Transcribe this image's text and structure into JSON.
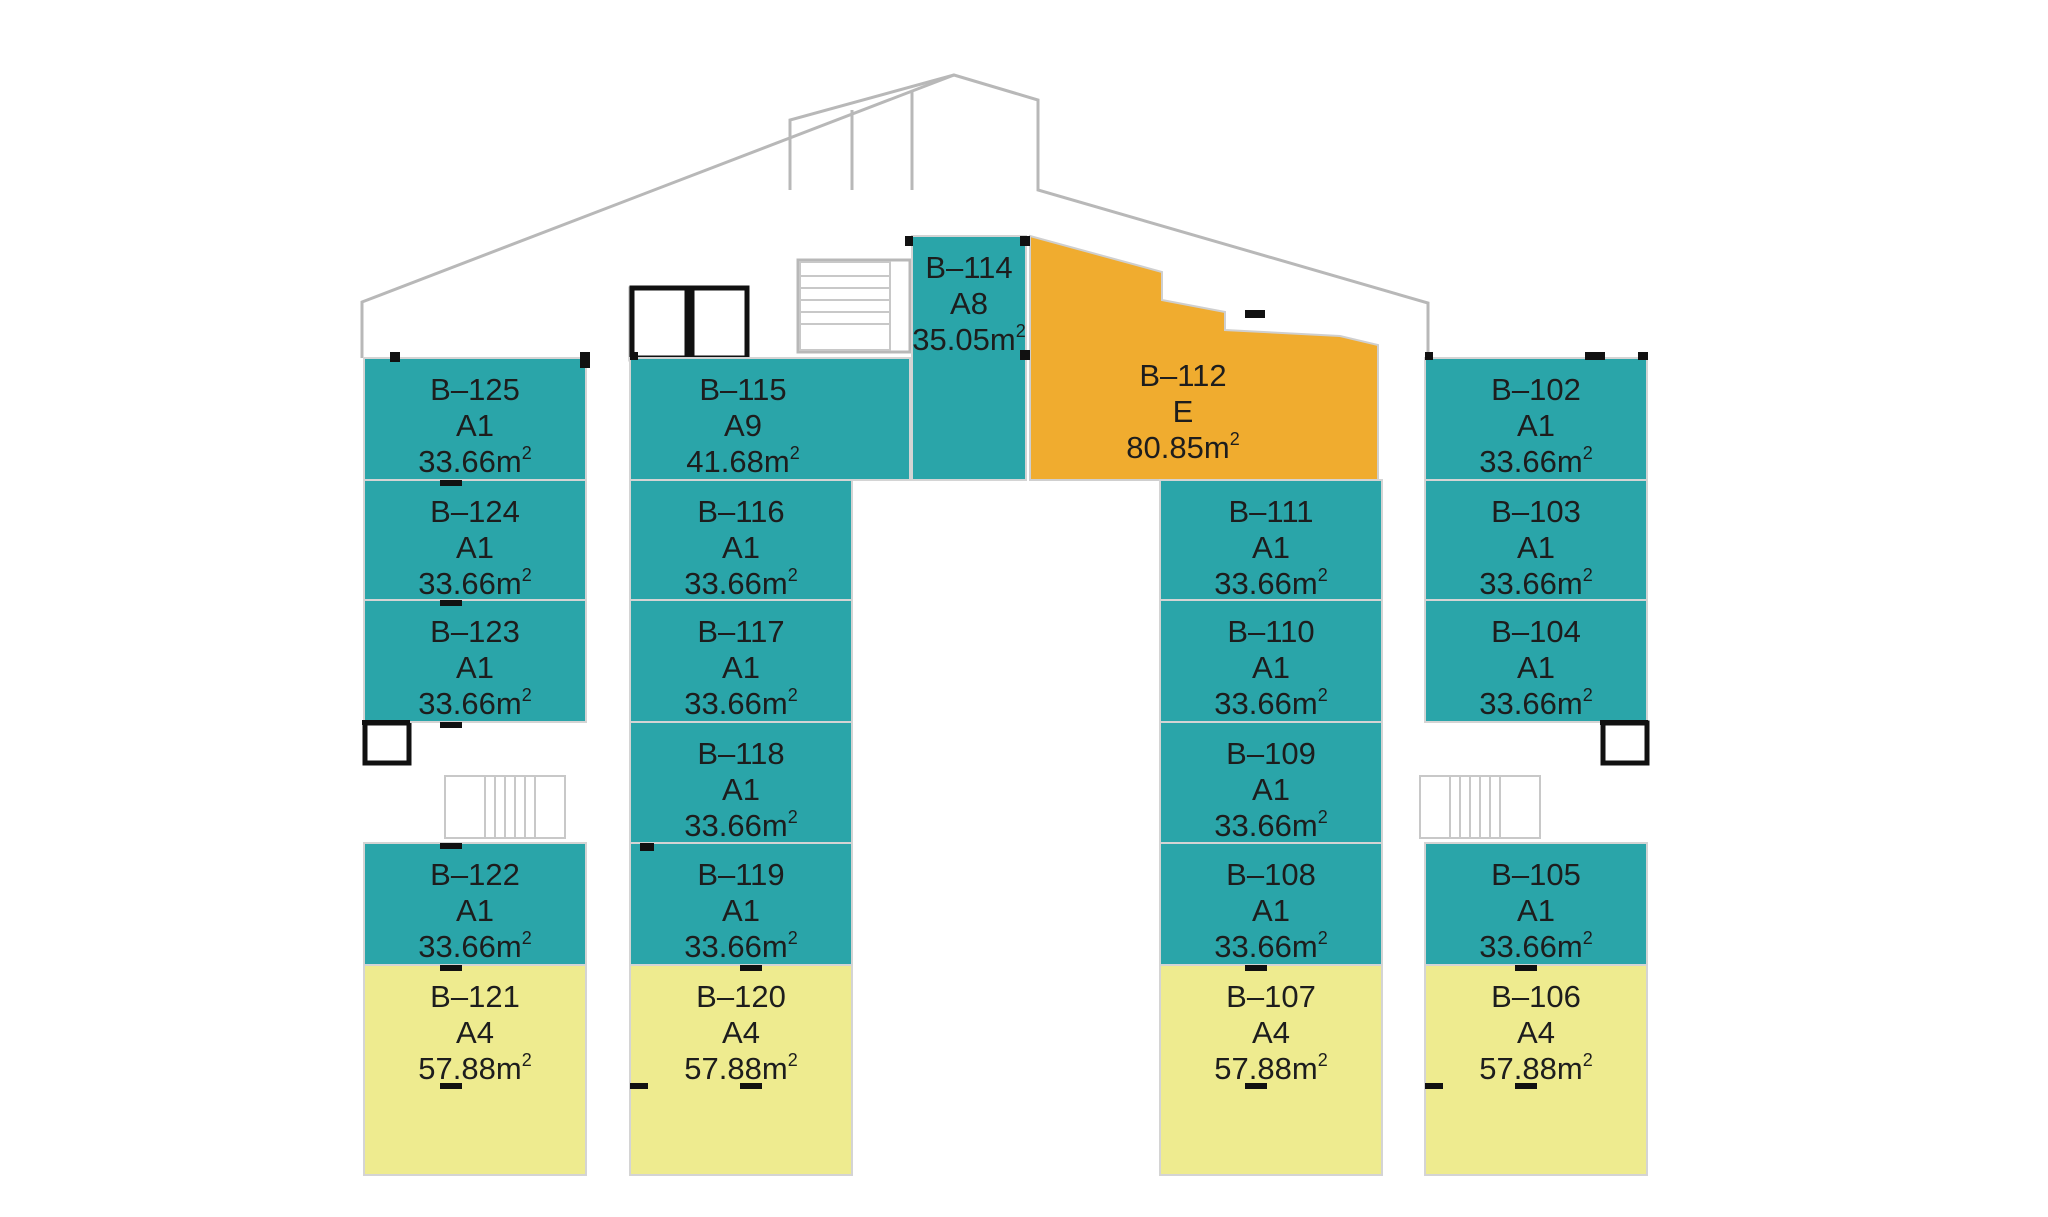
{
  "colors": {
    "A1": "#2aa5a9",
    "A8": "#2aa5a9",
    "A9": "#2aa5a9",
    "E": "#f0ac2f",
    "A4": "#eeeb8f",
    "wall": "#b8b8b8",
    "solid_wall": "#111111"
  },
  "units": [
    {
      "id": "B–125",
      "type": "A1",
      "area": "33.66",
      "unit": "m",
      "sup": "2"
    },
    {
      "id": "B–124",
      "type": "A1",
      "area": "33.66",
      "unit": "m",
      "sup": "2"
    },
    {
      "id": "B–123",
      "type": "A1",
      "area": "33.66",
      "unit": "m",
      "sup": "2"
    },
    {
      "id": "B–122",
      "type": "A1",
      "area": "33.66",
      "unit": "m",
      "sup": "2"
    },
    {
      "id": "B–121",
      "type": "A4",
      "area": "57.88",
      "unit": "m",
      "sup": "2"
    },
    {
      "id": "B–115",
      "type": "A9",
      "area": "41.68",
      "unit": "m",
      "sup": "2"
    },
    {
      "id": "B–116",
      "type": "A1",
      "area": "33.66",
      "unit": "m",
      "sup": "2"
    },
    {
      "id": "B–117",
      "type": "A1",
      "area": "33.66",
      "unit": "m",
      "sup": "2"
    },
    {
      "id": "B–118",
      "type": "A1",
      "area": "33.66",
      "unit": "m",
      "sup": "2"
    },
    {
      "id": "B–119",
      "type": "A1",
      "area": "33.66",
      "unit": "m",
      "sup": "2"
    },
    {
      "id": "B–120",
      "type": "A4",
      "area": "57.88",
      "unit": "m",
      "sup": "2"
    },
    {
      "id": "B–114",
      "type": "A8",
      "area": "35.05",
      "unit": "m",
      "sup": "2"
    },
    {
      "id": "B–112",
      "type": "E",
      "area": "80.85",
      "unit": "m",
      "sup": "2"
    },
    {
      "id": "B–111",
      "type": "A1",
      "area": "33.66",
      "unit": "m",
      "sup": "2"
    },
    {
      "id": "B–110",
      "type": "A1",
      "area": "33.66",
      "unit": "m",
      "sup": "2"
    },
    {
      "id": "B–109",
      "type": "A1",
      "area": "33.66",
      "unit": "m",
      "sup": "2"
    },
    {
      "id": "B–108",
      "type": "A1",
      "area": "33.66",
      "unit": "m",
      "sup": "2"
    },
    {
      "id": "B–107",
      "type": "A4",
      "area": "57.88",
      "unit": "m",
      "sup": "2"
    },
    {
      "id": "B–102",
      "type": "A1",
      "area": "33.66",
      "unit": "m",
      "sup": "2"
    },
    {
      "id": "B–103",
      "type": "A1",
      "area": "33.66",
      "unit": "m",
      "sup": "2"
    },
    {
      "id": "B–104",
      "type": "A1",
      "area": "33.66",
      "unit": "m",
      "sup": "2"
    },
    {
      "id": "B–105",
      "type": "A1",
      "area": "33.66",
      "unit": "m",
      "sup": "2"
    },
    {
      "id": "B–106",
      "type": "A4",
      "area": "57.88",
      "unit": "m",
      "sup": "2"
    }
  ]
}
